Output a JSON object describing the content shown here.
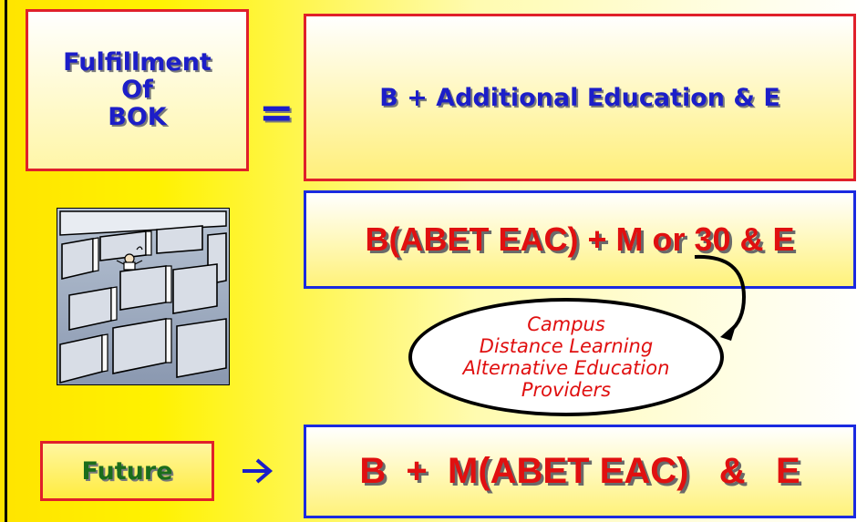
{
  "bok_box": {
    "lines": [
      "Fulfillment",
      "Of",
      "BOK"
    ]
  },
  "equals_sign": "=",
  "formula1": "B + Additional Education & E",
  "formula2": "B(ABET EAC) + M or 30 &  E",
  "oval": {
    "lines": [
      "Campus",
      "Distance Learning",
      "Alternative Education",
      "Providers"
    ]
  },
  "future": {
    "label": "Future"
  },
  "formula3": "B  +  M(ABET EAC)   &   E",
  "colors": {
    "background_left": "#ffe400",
    "background_right": "#ffffff",
    "navy_text": "#1c1ec8",
    "red_text": "#e01010",
    "green_text": "#1b6d1b",
    "red_border": "#e0202a",
    "blue_border": "#1a2ae0"
  },
  "icons": {
    "maze": "maze-clipart",
    "curved_arrow": "curved-arrow-icon",
    "right_arrow": "right-arrow-icon"
  }
}
